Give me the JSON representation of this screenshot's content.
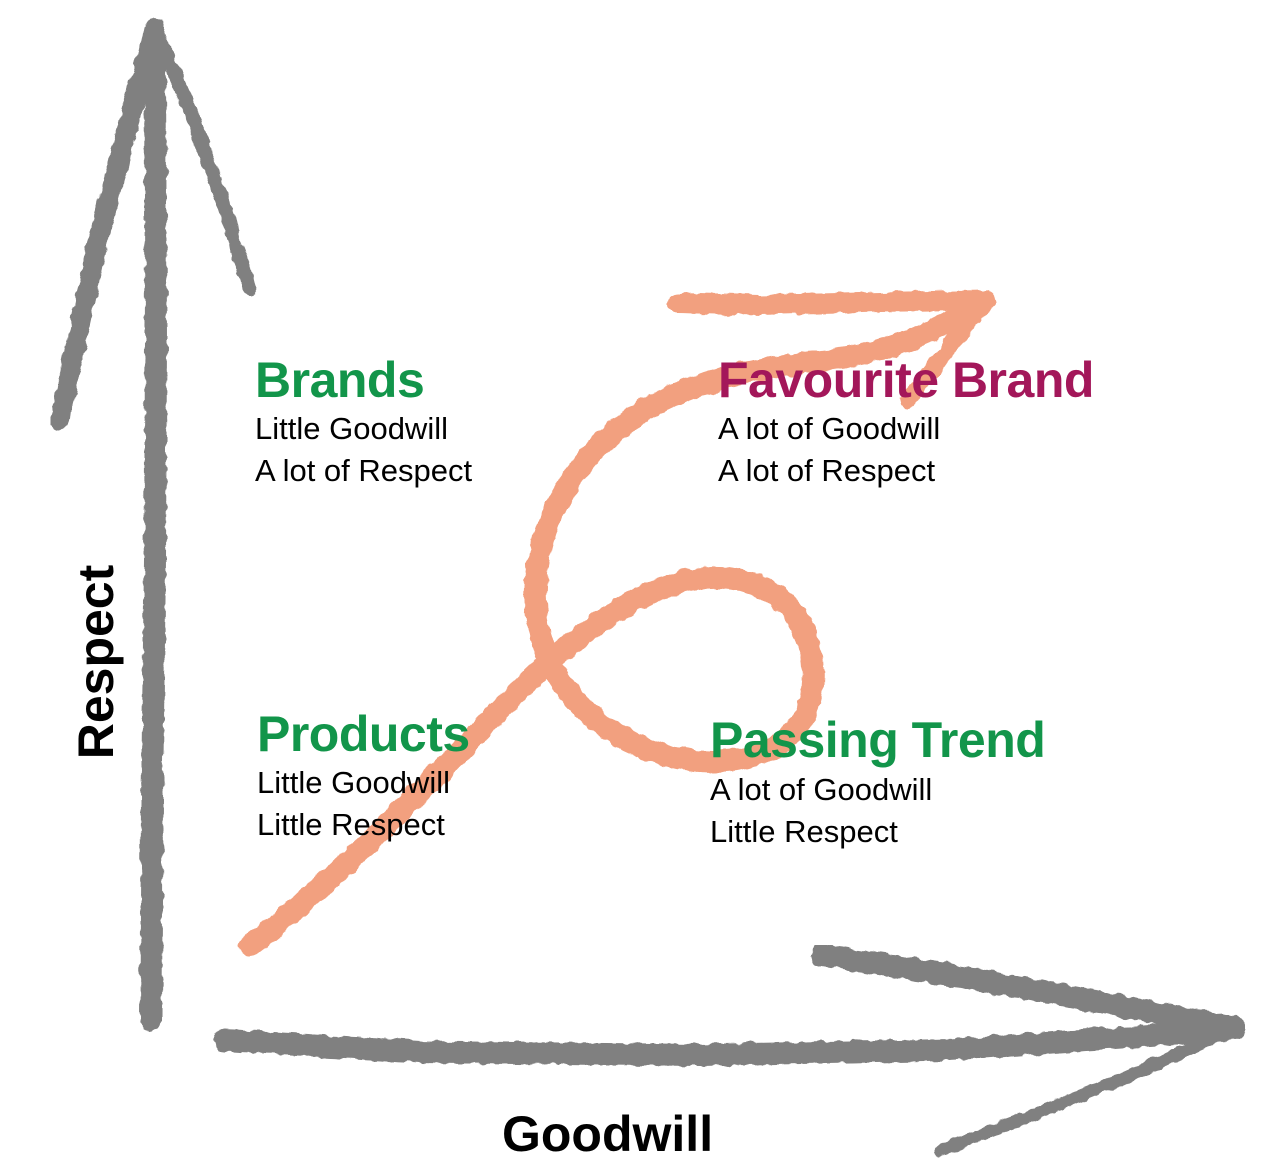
{
  "axes": {
    "y_label": "Respect",
    "x_label": "Goodwill"
  },
  "quadrants": {
    "brands": {
      "title": "Brands",
      "line1": "Little Goodwill",
      "line2": "A lot of Respect"
    },
    "favourite_brand": {
      "title": "Favourite Brand",
      "line1": "A lot of Goodwill",
      "line2": "A lot of Respect"
    },
    "products": {
      "title": "Products",
      "line1": "Little Goodwill",
      "line2": "Little Respect"
    },
    "passing_trend": {
      "title": "Passing Trend",
      "line1": "A lot of Goodwill",
      "line2": "Little Respect"
    }
  },
  "colors": {
    "axis_arrow": "#808080",
    "path_arrow": "#f2a07f",
    "green_title": "#12954a",
    "magenta_title": "#a3175a",
    "body_text": "#000000"
  }
}
